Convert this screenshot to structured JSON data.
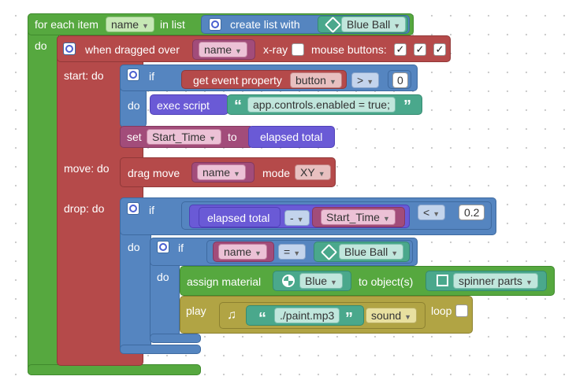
{
  "for_each": {
    "label": "for each item",
    "var": "name",
    "in_list": "in list",
    "do": "do",
    "create_list": "create list with",
    "list_item": "Blue Ball"
  },
  "drag": {
    "label": "when dragged over",
    "target": "name",
    "xray_label": "x-ray",
    "xray_checked": false,
    "mouse_buttons_label": "mouse buttons:",
    "mouse_buttons": [
      "✓",
      "✓",
      "✓"
    ]
  },
  "start": {
    "label": "start: do",
    "if_label": "if",
    "get_event_property": "get event property",
    "property": "button",
    "op": ">",
    "value": "0",
    "do_label": "do",
    "exec_script": "exec script",
    "script": "app.controls.enabled = true;",
    "set_label": "set",
    "set_var": "Start_Time",
    "to_label": "to",
    "elapsed_total": "elapsed total"
  },
  "move": {
    "label": "move: do",
    "drag_move": "drag move",
    "target": "name",
    "mode_label": "mode",
    "mode": "XY"
  },
  "drop": {
    "label": "drop: do",
    "if_label": "if",
    "elapsed_total": "elapsed total",
    "minus": "-",
    "start_time": "Start_Time",
    "lt": "<",
    "threshold": "0.2",
    "do_label": "do",
    "inner_if": "if",
    "name": "name",
    "eq": "=",
    "blue_ball": "Blue Ball",
    "inner_do": "do",
    "assign_material": "assign material",
    "material": "Blue",
    "to_objects": "to object(s)",
    "objects": "spinner parts",
    "play": "play",
    "sound_file": "./paint.mp3",
    "sound_type": "sound",
    "loop_label": "loop",
    "loop_checked": false
  },
  "colors": {
    "loop_green": "#56a83f",
    "event_red": "#b54a4a",
    "logic_blue": "#5585c0",
    "text_teal": "#4aa88c",
    "script_purple": "#6a5ad6",
    "variable_pink": "#a24c7a",
    "sound_olive": "#b1a444"
  }
}
